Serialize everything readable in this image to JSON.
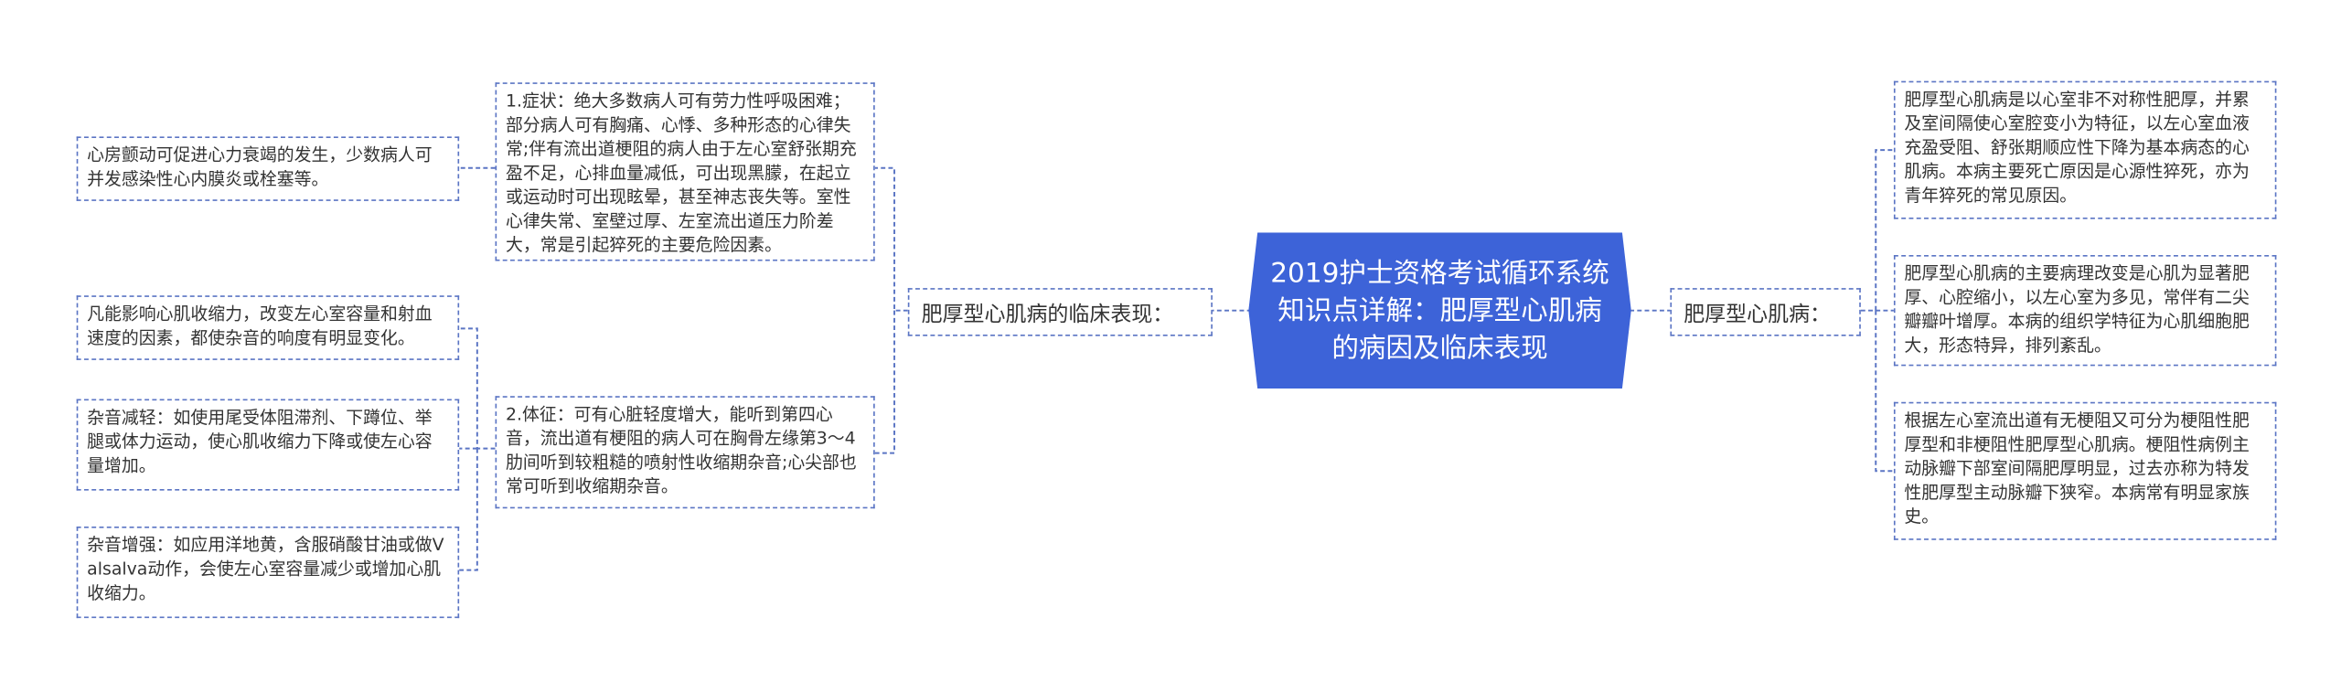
{
  "colors": {
    "accent": "#3d63d8",
    "connector": "#5b75c4",
    "text": "#333333"
  },
  "root": {
    "title": "2019护士资格考试循环系统知识点详解：肥厚型心肌病的病因及临床表现"
  },
  "left_branch": {
    "label": "肥厚型心肌病的临床表现：",
    "children": [
      {
        "text": "1.症状：绝大多数病人可有劳力性呼吸困难；部分病人可有胸痛、心悸、多种形态的心律失常;伴有流出道梗阻的病人由于左心室舒张期充盈不足，心排血量减低，可出现黑朦，在起立或运动时可出现眩晕，甚至神志丧失等。室性心律失常、室壁过厚、左室流出道压力阶差大，常是引起猝死的主要危险因素。",
        "children": [
          {
            "text": "心房颤动可促进心力衰竭的发生，少数病人可并发感染性心内膜炎或栓塞等。"
          }
        ]
      },
      {
        "text": "2.体征：可有心脏轻度增大，能听到第四心音，流出道有梗阻的病人可在胸骨左缘第3～4肋间听到较粗糙的喷射性收缩期杂音;心尖部也常可听到收缩期杂音。",
        "children": [
          {
            "text": "凡能影响心肌收缩力，改变左心室容量和射血速度的因素，都使杂音的响度有明显变化。"
          },
          {
            "text": "杂音减轻：如使用尾受体阻滞剂、下蹲位、举腿或体力运动，使心肌收缩力下降或使左心容量增加。"
          },
          {
            "text": "杂音增强：如应用洋地黄，含服硝酸甘油或做Valsalva动作，会使左心室容量减少或增加心肌收缩力。"
          }
        ]
      }
    ]
  },
  "right_branch": {
    "label": "肥厚型心肌病：",
    "children": [
      {
        "text": "肥厚型心肌病是以心室非不对称性肥厚，并累及室间隔使心室腔变小为特征，以左心室血液充盈受阻、舒张期顺应性下降为基本病态的心肌病。本病主要死亡原因是心源性猝死，亦为青年猝死的常见原因。"
      },
      {
        "text": "肥厚型心肌病的主要病理改变是心肌为显著肥厚、心腔缩小，以左心室为多见，常伴有二尖瓣瓣叶增厚。本病的组织学特征为心肌细胞肥大，形态特异，排列紊乱。"
      },
      {
        "text": "根据左心室流出道有无梗阻又可分为梗阻性肥厚型和非梗阻性肥厚型心肌病。梗阻性病例主动脉瓣下部室间隔肥厚明显，过去亦称为特发性肥厚型主动脉瓣下狭窄。本病常有明显家族史。"
      }
    ]
  }
}
